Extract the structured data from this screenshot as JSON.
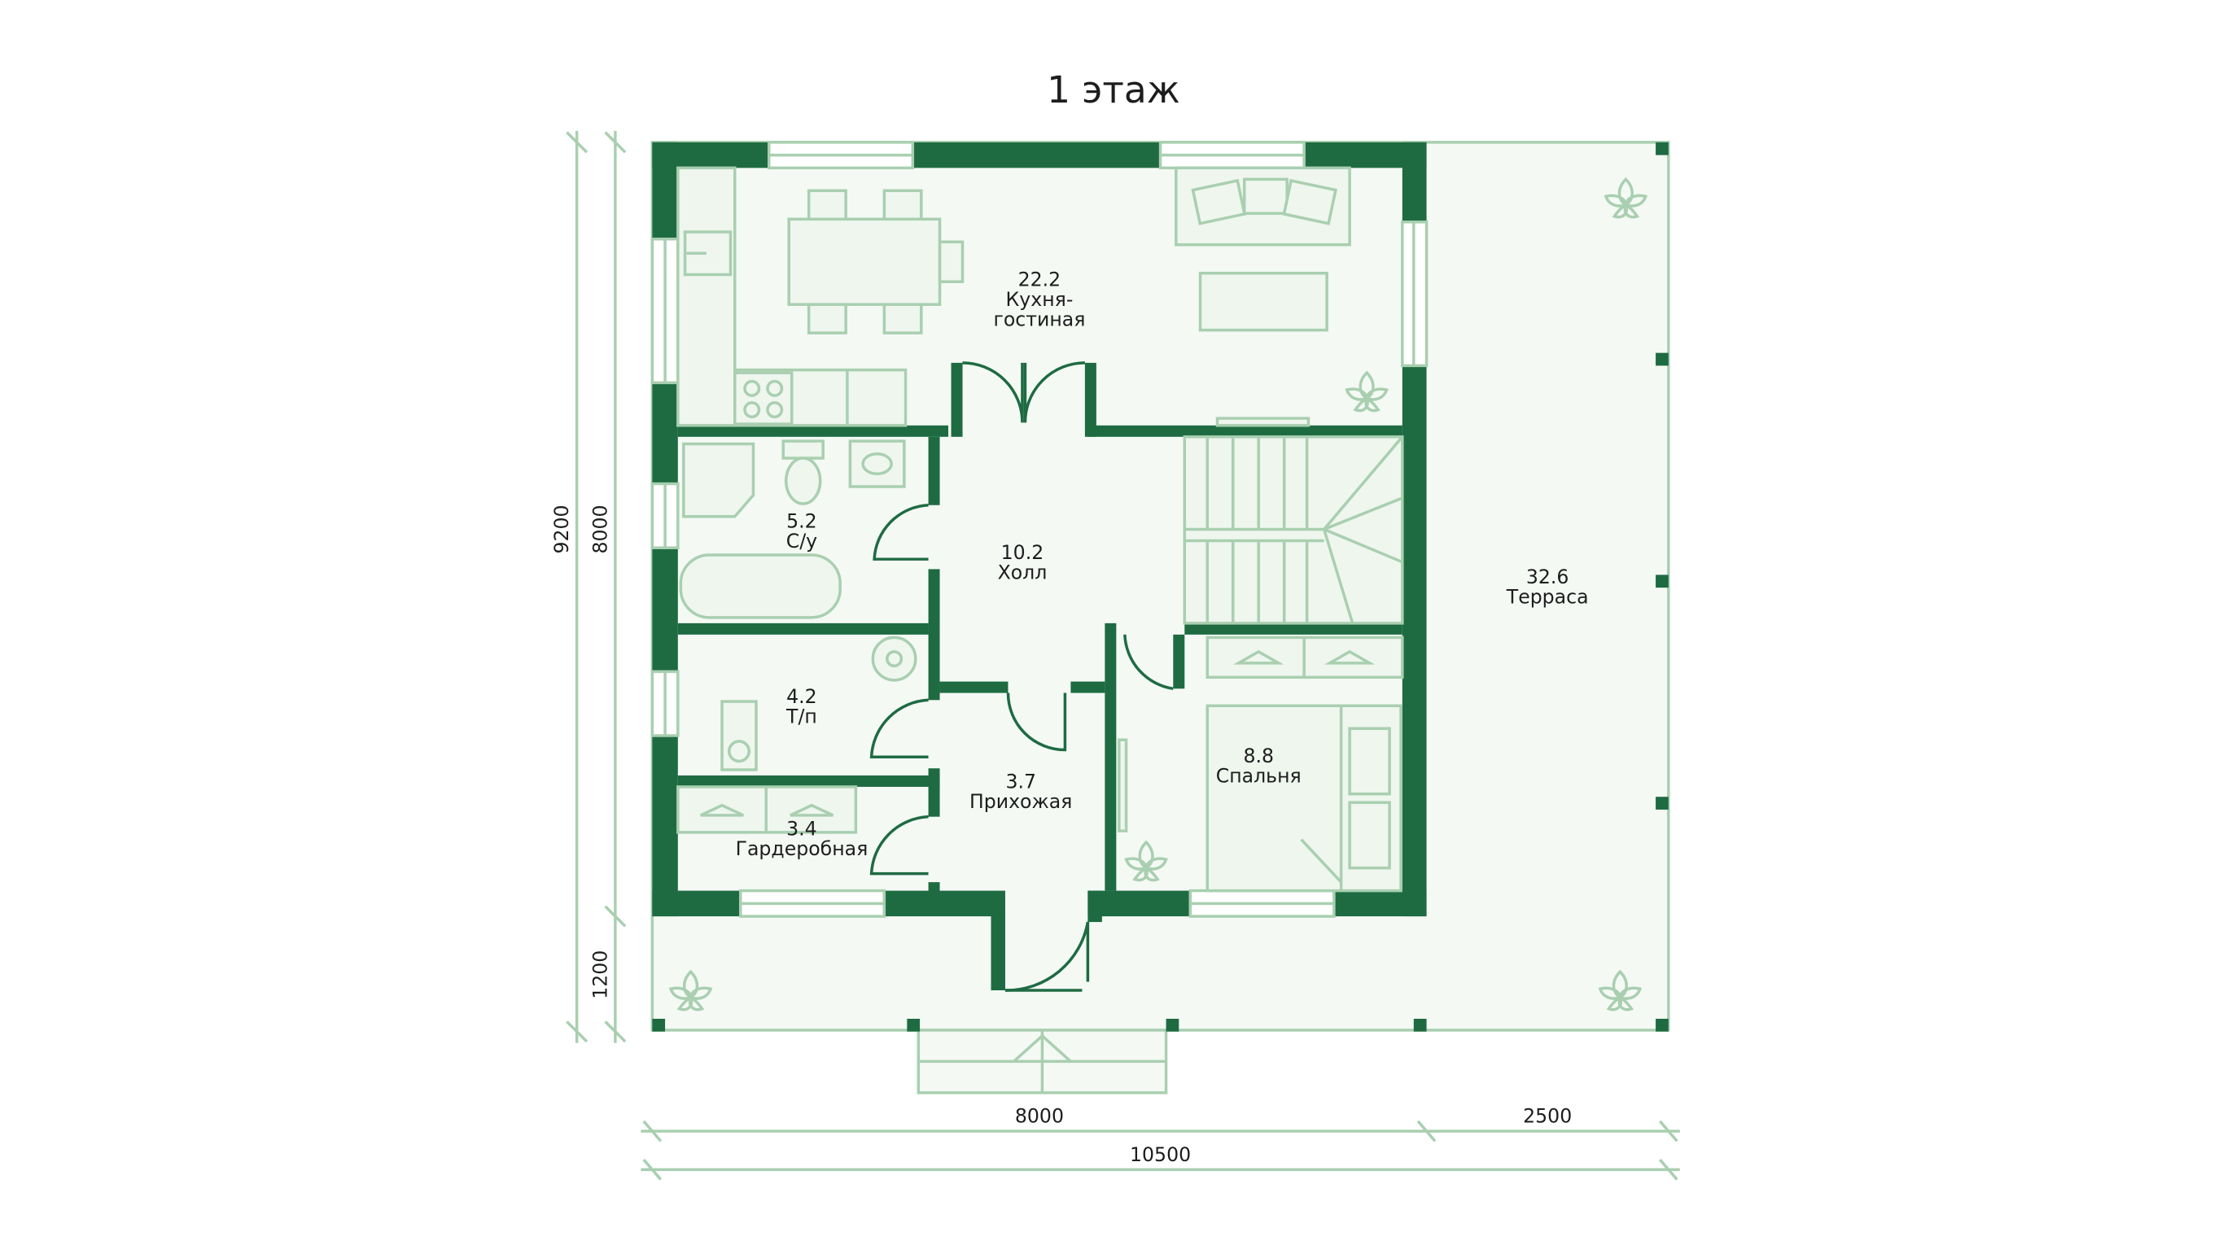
{
  "title": "1 этаж",
  "colors": {
    "wall": "#1e6b42",
    "floor": "#f4f9f4",
    "line": "#a9cfb0"
  },
  "rooms": [
    {
      "area": "22.2",
      "name_line1": "Кухня-",
      "name_line2": "гостиная"
    },
    {
      "area": "5.2",
      "name": "С/у"
    },
    {
      "area": "10.2",
      "name": "Холл"
    },
    {
      "area": "4.2",
      "name": "Т/п"
    },
    {
      "area": "3.7",
      "name": "Прихожая"
    },
    {
      "area": "3.4",
      "name": "Гардеробная"
    },
    {
      "area": "8.8",
      "name": "Спальня"
    },
    {
      "area": "32.6",
      "name": "Терраса"
    }
  ],
  "dimensions": {
    "total_height": "9200",
    "house_height": "8000",
    "porch_depth": "1200",
    "house_width": "8000",
    "terrace_width": "2500",
    "total_width": "10500"
  },
  "icons": [
    "plant-icon",
    "sofa-icon",
    "dining-table-icon",
    "stove-icon",
    "sink-icon",
    "toilet-icon",
    "bathtub-icon",
    "shower-icon",
    "boiler-icon",
    "bed-icon",
    "wardrobe-icon",
    "stairs-icon"
  ]
}
